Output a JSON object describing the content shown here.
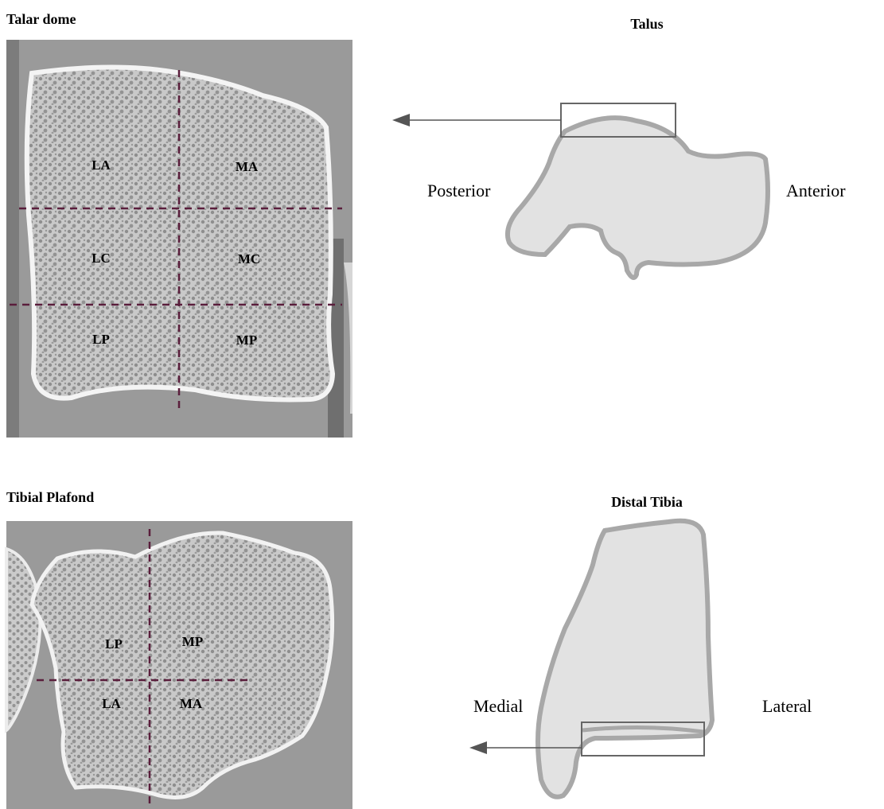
{
  "top": {
    "scan_title": "Talar dome",
    "bone_title": "Talus",
    "regions": {
      "la": "LA",
      "ma": "MA",
      "lc": "LC",
      "mc": "MC",
      "lp": "LP",
      "mp": "MP"
    },
    "direction_left": "Posterior",
    "direction_right": "Anterior"
  },
  "bottom": {
    "scan_title": "Tibial Plafond",
    "bone_title": "Distal Tibia",
    "regions": {
      "lp": "LP",
      "mp": "MP",
      "la": "LA",
      "ma": "MA"
    },
    "direction_left": "Medial",
    "direction_right": "Lateral"
  },
  "colors": {
    "grid_dashes": "#5a1e3c",
    "bone_outline": "#a8a8a8",
    "bone_fill": "#e2e2e2",
    "scan_background": "#9a9a9a",
    "arrow": "#555555"
  }
}
